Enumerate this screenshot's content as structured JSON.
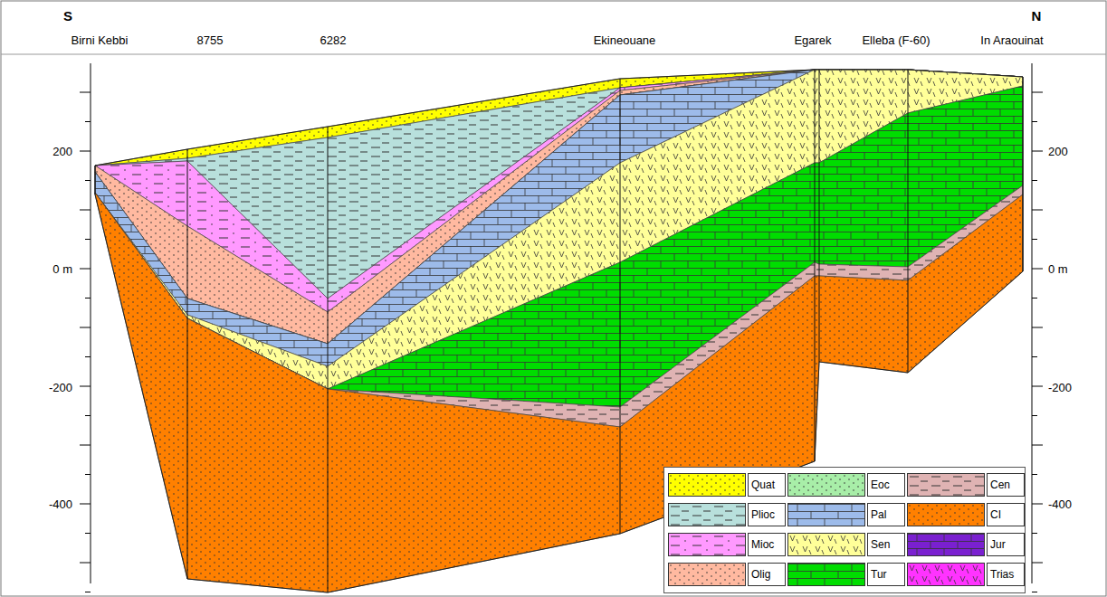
{
  "diagram": {
    "labels": [
      "S",
      "N",
      "Birni Kebbi",
      "8755",
      "6282",
      "Ekineouane",
      "Egarek",
      "Elleba (F-60)",
      "In Araouinat",
      "200",
      "200",
      "0 m",
      "0 m",
      "-200",
      "-200",
      "-400",
      "-400"
    ],
    "legend": [
      {
        "text": "Quat",
        "color": "#ffff00"
      },
      {
        "text": "Plioc",
        "color": "#b8e0dc"
      },
      {
        "text": "Mioc",
        "color": "#ff99ff"
      },
      {
        "text": "Olig",
        "color": "#ffb9a0"
      },
      {
        "text": "Eoc",
        "color": "#a8eea8"
      },
      {
        "text": "Pal",
        "color": "#9dbbea"
      },
      {
        "text": "Sen",
        "color": "#ffff99"
      },
      {
        "text": "Tur",
        "color": "#00dd00"
      },
      {
        "text": "Cen",
        "color": "#dfb3b3"
      },
      {
        "text": "CI",
        "color": "#ff8000"
      },
      {
        "text": "Jur",
        "color": "#7a20d0"
      },
      {
        "text": "Trias",
        "color": "#ff33ff"
      }
    ]
  }
}
